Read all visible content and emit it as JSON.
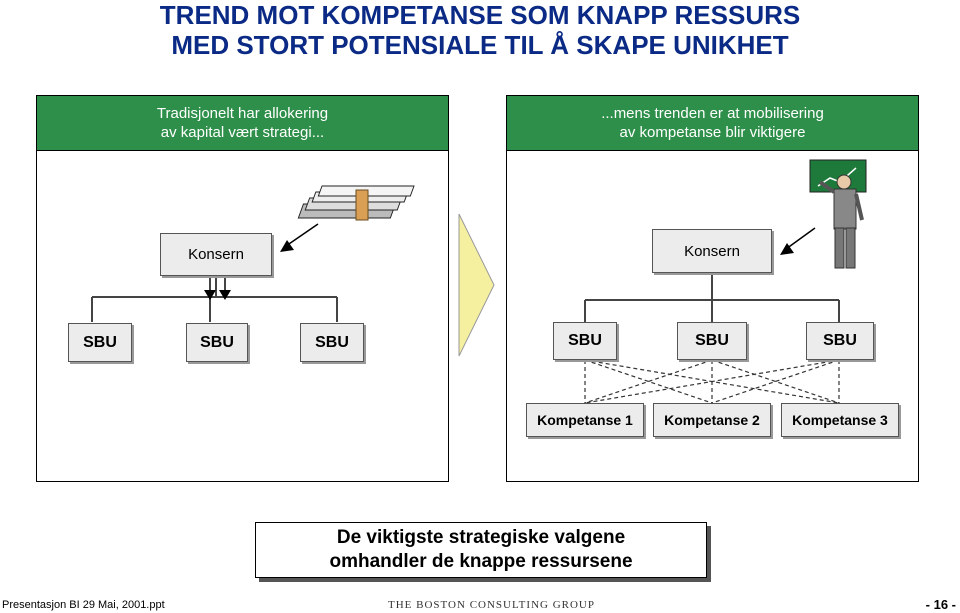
{
  "title": {
    "line1": "TREND MOT KOMPETANSE SOM KNAPP RESSURS",
    "line2": "MED STORT POTENSIALE TIL Å SKAPE UNIKHET"
  },
  "left_panel": {
    "header_line1": "Tradisjonelt har allokering",
    "header_line2": "av kapital vært strategi...",
    "top_box": "Konsern",
    "sbus": [
      "SBU",
      "SBU",
      "SBU"
    ],
    "icon": "money-stack-icon"
  },
  "right_panel": {
    "header_line1": "...mens trenden er at mobilisering",
    "header_line2": "av kompetanse blir viktigere",
    "top_box": "Konsern",
    "sbus": [
      "SBU",
      "SBU",
      "SBU"
    ],
    "competences": [
      "Kompetanse 1",
      "Kompetanse 2",
      "Kompetanse 3"
    ],
    "icon": "presenter-icon"
  },
  "conclusion": {
    "line1": "De viktigste strategiske valgene",
    "line2": "omhandler de knappe ressursene"
  },
  "footer": {
    "left": "Presentasjon BI 29 Mai, 2001.ppt",
    "center": "THE BOSTON CONSULTING GROUP",
    "right": "- 16 -"
  },
  "colors": {
    "title": "#0a2a85",
    "panel_header": "#2e8f4a",
    "arrow": "#f5f0a0"
  }
}
